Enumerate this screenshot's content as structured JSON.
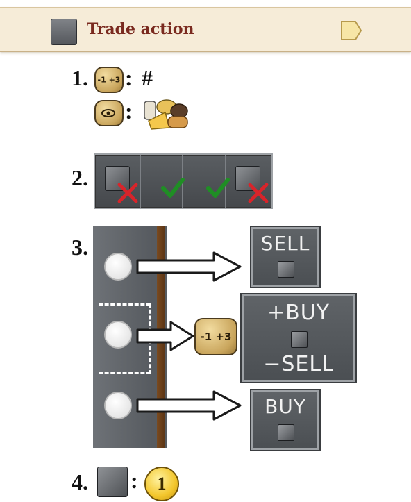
{
  "header": {
    "title": "Trade action",
    "icon": "cube-icon",
    "tab_icon": "tab-icon"
  },
  "steps": {
    "step1": {
      "number": "1.",
      "die_label": "-1 +3",
      "colon": ":",
      "result": "#",
      "row2_colon": ":",
      "row2_die_icon": "eye-die-icon",
      "row2_goods_icon": "goods-icon"
    },
    "step2": {
      "number": "2.",
      "slots": [
        "cube-cross",
        "check",
        "check",
        "cube-cross"
      ]
    },
    "step3": {
      "number": "3.",
      "die_label": "-1 +3",
      "panels": {
        "sell": {
          "line1": "SELL"
        },
        "buy_sell": {
          "line1": "+BUY",
          "line2": "−SELL"
        },
        "buy": {
          "line1": "BUY"
        }
      }
    },
    "step4": {
      "number": "4.",
      "colon": ":",
      "coin_value": "1"
    }
  },
  "colors": {
    "title": "#7a2a1f",
    "header_bg": "#f6ecd8",
    "cross": "#d9242a",
    "check": "#1f8e24",
    "coin": "#f3c62c"
  }
}
